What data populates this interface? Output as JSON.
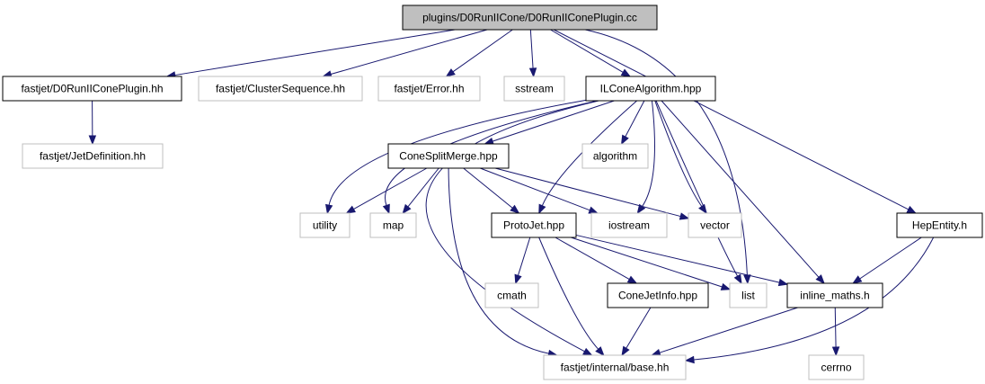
{
  "graph": {
    "nodes": [
      {
        "id": "root",
        "label": "plugins/D0RunIICone/D0RunIIConePlugin.cc",
        "style": "root"
      },
      {
        "id": "plugin_hh",
        "label": "fastjet/D0RunIIConePlugin.hh",
        "style": "solid"
      },
      {
        "id": "clusterseq",
        "label": "fastjet/ClusterSequence.hh",
        "style": "ghost"
      },
      {
        "id": "error",
        "label": "fastjet/Error.hh",
        "style": "ghost"
      },
      {
        "id": "sstream",
        "label": "sstream",
        "style": "ghost"
      },
      {
        "id": "ilcone",
        "label": "ILConeAlgorithm.hpp",
        "style": "solid"
      },
      {
        "id": "jetdef",
        "label": "fastjet/JetDefinition.hh",
        "style": "ghost"
      },
      {
        "id": "splitmerge",
        "label": "ConeSplitMerge.hpp",
        "style": "solid"
      },
      {
        "id": "algorithm",
        "label": "algorithm",
        "style": "ghost"
      },
      {
        "id": "utility",
        "label": "utility",
        "style": "ghost"
      },
      {
        "id": "map",
        "label": "map",
        "style": "ghost"
      },
      {
        "id": "protojet",
        "label": "ProtoJet.hpp",
        "style": "solid"
      },
      {
        "id": "iostream",
        "label": "iostream",
        "style": "ghost"
      },
      {
        "id": "vector",
        "label": "vector",
        "style": "ghost"
      },
      {
        "id": "hepentity",
        "label": "HepEntity.h",
        "style": "solid"
      },
      {
        "id": "cmath",
        "label": "cmath",
        "style": "ghost"
      },
      {
        "id": "conejetinfo",
        "label": "ConeJetInfo.hpp",
        "style": "solid"
      },
      {
        "id": "list",
        "label": "list",
        "style": "ghost"
      },
      {
        "id": "inlinemaths",
        "label": "inline_maths.h",
        "style": "solid"
      },
      {
        "id": "base",
        "label": "fastjet/internal/base.hh",
        "style": "ghost"
      },
      {
        "id": "cerrno",
        "label": "cerrno",
        "style": "ghost"
      }
    ],
    "edges": [
      [
        "root",
        "plugin_hh"
      ],
      [
        "root",
        "clusterseq"
      ],
      [
        "root",
        "error"
      ],
      [
        "root",
        "sstream"
      ],
      [
        "root",
        "ilcone"
      ],
      [
        "root",
        "list"
      ],
      [
        "root",
        "hepentity"
      ],
      [
        "plugin_hh",
        "jetdef"
      ],
      [
        "ilcone",
        "splitmerge"
      ],
      [
        "ilcone",
        "algorithm"
      ],
      [
        "ilcone",
        "utility"
      ],
      [
        "ilcone",
        "map"
      ],
      [
        "ilcone",
        "protojet"
      ],
      [
        "ilcone",
        "iostream"
      ],
      [
        "ilcone",
        "vector"
      ],
      [
        "ilcone",
        "list"
      ],
      [
        "ilcone",
        "inlinemaths"
      ],
      [
        "ilcone",
        "base"
      ],
      [
        "splitmerge",
        "utility"
      ],
      [
        "splitmerge",
        "map"
      ],
      [
        "splitmerge",
        "protojet"
      ],
      [
        "splitmerge",
        "iostream"
      ],
      [
        "splitmerge",
        "vector"
      ],
      [
        "splitmerge",
        "base"
      ],
      [
        "protojet",
        "cmath"
      ],
      [
        "protojet",
        "conejetinfo"
      ],
      [
        "protojet",
        "list"
      ],
      [
        "protojet",
        "inlinemaths"
      ],
      [
        "protojet",
        "base"
      ],
      [
        "conejetinfo",
        "base"
      ],
      [
        "hepentity",
        "inlinemaths"
      ],
      [
        "hepentity",
        "base"
      ],
      [
        "inlinemaths",
        "base"
      ],
      [
        "inlinemaths",
        "cerrno"
      ]
    ]
  }
}
